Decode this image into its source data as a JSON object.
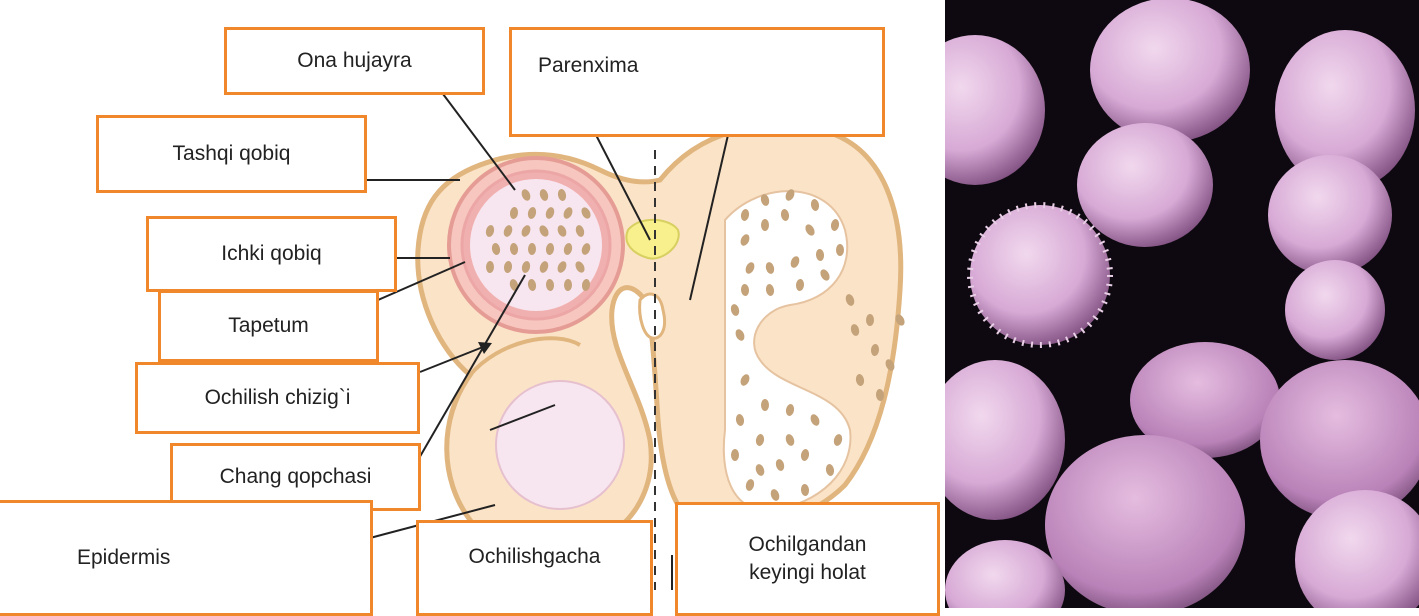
{
  "labels": {
    "ona_hujayra": "Ona hujayra",
    "parenxima": "Parenxima",
    "tashqi_qobiq": "Tashqi qobiq",
    "ichki_qobiq": "Ichki qobiq",
    "tapetum": "Tapetum",
    "ochilish_chizigi": "Ochilish chizig`i",
    "chang_qopchasi": "Chang qopchasi",
    "epidermis": "Epidermis",
    "ochilishgacha": "Ochilishgacha",
    "ochilgandan_line1": "Ochilgandan",
    "ochilgandan_line2": "keyingi holat"
  },
  "colors": {
    "box_border": "#f0882b",
    "anther_fill": "#fbe3c7",
    "anther_outline": "#e0b57e",
    "pollen_sac_fill": "#f7e6ef",
    "wall_ring": "#eca6a6",
    "grain": "#c4a27a",
    "vascular": "#f7f08c",
    "micrograph_bg": "#0e0910",
    "pollen": "#d7a9d5"
  }
}
